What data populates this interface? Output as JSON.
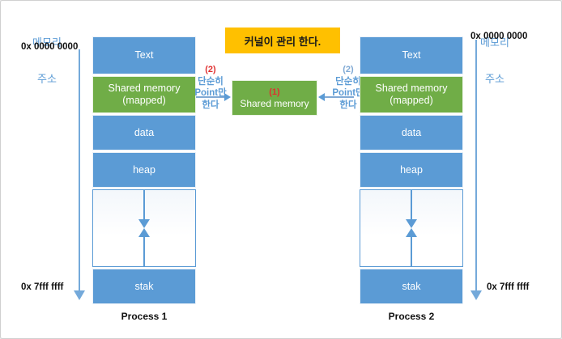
{
  "diagram": {
    "kernel_banner": "커널이 관리 한다.",
    "center_box": {
      "tag": "(1)",
      "title": "Shared memory"
    },
    "left_note": {
      "num": "(2)",
      "line1": "단순히",
      "line2": "Point만",
      "line3": "한다"
    },
    "right_note": {
      "num": "(2)",
      "line1": "단순히",
      "line2": "Point만",
      "line3": "한다"
    },
    "colors": {
      "blue_block": "#5b9bd5",
      "green_block": "#70ad47",
      "kernel_yellow": "#ffc000",
      "accent_red": "#e03030",
      "axis_blue": "#74a9da"
    },
    "processes": [
      {
        "caption": "Process 1",
        "address_label_line1": "메모리",
        "address_label_line2": "주소",
        "address_top": "0x 0000 0000",
        "address_bottom": "0x 7fff ffff",
        "blocks": [
          {
            "label": "Text",
            "type": "blue"
          },
          {
            "label": "Shared memory\n(mapped)",
            "type": "green"
          },
          {
            "label": "data",
            "type": "blue"
          },
          {
            "label": "heap",
            "type": "blue"
          },
          {
            "label": "",
            "type": "white"
          },
          {
            "label": "stak",
            "type": "blue"
          }
        ]
      },
      {
        "caption": "Process 2",
        "address_label_line1": "메모리",
        "address_label_line2": "주소",
        "address_top": "0x 0000 0000",
        "address_bottom": "0x 7fff ffff",
        "blocks": [
          {
            "label": "Text",
            "type": "blue"
          },
          {
            "label": "Shared memory\n(mapped)",
            "type": "green"
          },
          {
            "label": "data",
            "type": "blue"
          },
          {
            "label": "heap",
            "type": "blue"
          },
          {
            "label": "",
            "type": "white"
          },
          {
            "label": "stak",
            "type": "blue"
          }
        ]
      }
    ]
  }
}
